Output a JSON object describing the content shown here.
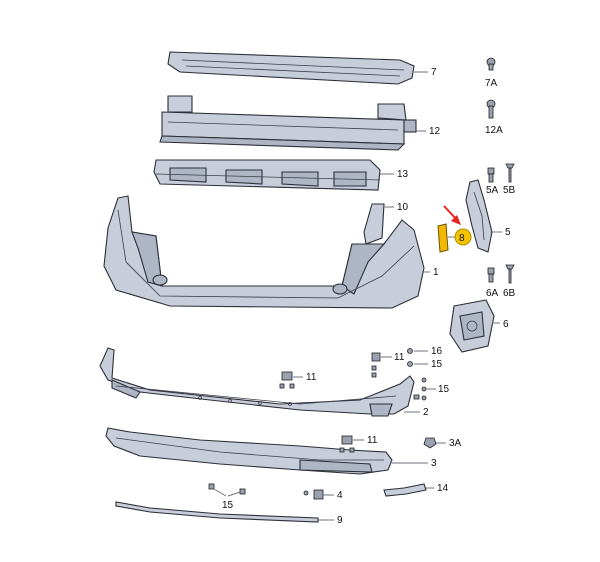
{
  "callouts": {
    "p7": "7",
    "p12": "12",
    "p13": "13",
    "p10": "10",
    "p1": "1",
    "p8": "8",
    "p5": "5",
    "p6": "6",
    "p7A": "7A",
    "p12A": "12A",
    "p5A": "5A",
    "p5B": "5B",
    "p6A": "6A",
    "p6B": "6B",
    "p16": "16",
    "p11a": "11",
    "p15a": "15",
    "p11b": "11",
    "p15b": "15",
    "p2": "2",
    "p11c": "11",
    "p3A": "3A",
    "p3": "3",
    "p14": "14",
    "p4": "4",
    "p15c": "15",
    "p9": "9"
  },
  "colors": {
    "part_fill": "#c7cdd9",
    "highlight": "#f5c400",
    "arrow": "#e8231d"
  }
}
